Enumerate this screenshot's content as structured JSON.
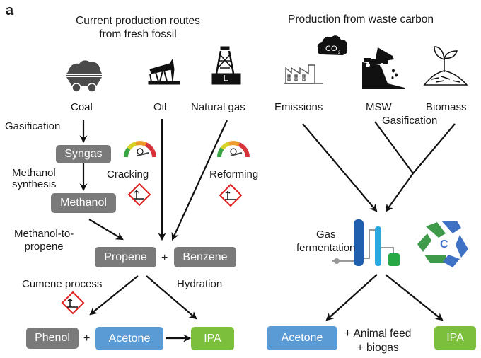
{
  "panel_label": "a",
  "left": {
    "title_line1": "Current production routes",
    "title_line2": "from fresh fossil",
    "sources": [
      {
        "label": "Coal",
        "icon": "coal-cart-icon"
      },
      {
        "label": "Oil",
        "icon": "oil-pump-icon"
      },
      {
        "label": "Natural gas",
        "icon": "gas-derrick-icon"
      }
    ],
    "steps": {
      "gasification": "Gasification",
      "methanol_synthesis_1": "Methanol",
      "methanol_synthesis_2": "synthesis",
      "cracking": "Cracking",
      "reforming": "Reforming",
      "mtp_1": "Methanol-to-",
      "mtp_2": "propene",
      "cumene": "Cumene process",
      "hydration": "Hydration"
    },
    "boxes": {
      "syngas": "Syngas",
      "methanol": "Methanol",
      "propene": "Propene",
      "benzene": "Benzene",
      "phenol": "Phenol",
      "acetone": "Acetone",
      "ipa": "IPA"
    },
    "plus": "+"
  },
  "right": {
    "title": "Production from waste carbon",
    "co2_label": "CO",
    "co2_sub": "2",
    "sources": [
      {
        "label": "Emissions",
        "icon": "factory-icon"
      },
      {
        "label": "MSW",
        "icon": "dump-truck-icon"
      },
      {
        "label": "Biomass",
        "icon": "biomass-sprout-icon"
      }
    ],
    "gasification": "Gasification",
    "gas_fermentation_1": "Gas",
    "gas_fermentation_2": "fermentation",
    "recycle_letter": "C",
    "boxes": {
      "acetone": "Acetone",
      "ipa": "IPA"
    },
    "coproducts_1": "+ Animal feed",
    "coproducts_2": "+ biogas"
  },
  "colors": {
    "grey_box": "#7a7a7a",
    "blue_box": "#5b9bd5",
    "green_box": "#7cbf3c",
    "hazard_red": "#e02020",
    "recycle_green": "#3f9a4a",
    "recycle_blue": "#3f72c4"
  }
}
